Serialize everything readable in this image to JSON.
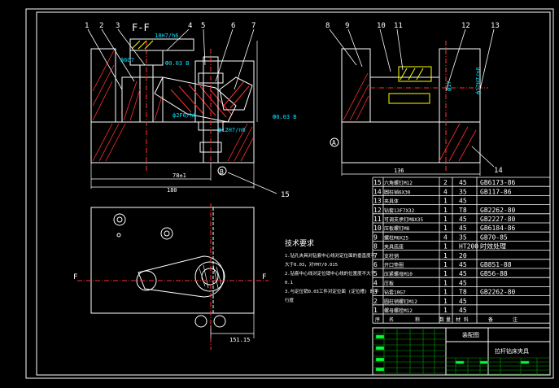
{
  "section_label": "F-F",
  "section_marker": "F",
  "leader_numbers_left": [
    "1",
    "2",
    "3",
    "4",
    "5",
    "6",
    "7"
  ],
  "leader_numbers_right": [
    "8",
    "9",
    "10",
    "11",
    "12",
    "13"
  ],
  "label_14": "14",
  "label_15": "15",
  "marker_A": "A",
  "marker_B": "B",
  "dims": {
    "d1": "18H7/h6",
    "d2": "ф6G7",
    "d3": "ф2F6/h6",
    "d4": "ф8r7",
    "d5": "ф17",
    "d6": "ф12H7/n6",
    "d7": "180",
    "d8": "136",
    "d9": "78±1",
    "d10": "151.15",
    "d11": "136",
    "d12": "Ф0.03 B"
  },
  "tech_req": {
    "title": "技术要求",
    "lines": [
      "1.钻孔夹具对钻套中心线对定位面的垂直度不",
      "大于0.03，对YM7/0.015",
      "2.钻套中心线对定位销中心线的位置度不大于",
      "0.1",
      "3.与定位销0.03工件对定位面 (定位槽) 的平",
      "行度"
    ]
  },
  "bom": {
    "rows": [
      {
        "no": "15",
        "name": "六角螺钉M12",
        "qty": "2",
        "mat": "45",
        "std": "GB6173-86"
      },
      {
        "no": "14",
        "name": "圆柱销6X30",
        "qty": "4",
        "mat": "35",
        "std": "GB117-86"
      },
      {
        "no": "13",
        "name": "夹具体",
        "qty": "1",
        "mat": "45",
        "std": ""
      },
      {
        "no": "12",
        "name": "钻套13F7X32",
        "qty": "1",
        "mat": "T8",
        "std": "GB2262-80"
      },
      {
        "no": "11",
        "name": "可调支承钉M8X35",
        "qty": "1",
        "mat": "45",
        "std": "GB2227-80"
      },
      {
        "no": "10",
        "name": "压板螺钉M8",
        "qty": "1",
        "mat": "45",
        "std": "GB6184-86"
      },
      {
        "no": "9",
        "name": "螺柱M8X25",
        "qty": "4",
        "mat": "35",
        "std": "GB70-85"
      },
      {
        "no": "8",
        "name": "夹具底座",
        "qty": "1",
        "mat": "HT200",
        "std": "时效处理"
      },
      {
        "no": "7",
        "name": "支柱销",
        "qty": "1",
        "mat": "20",
        "std": ""
      },
      {
        "no": "6",
        "name": "开口垫圈",
        "qty": "1",
        "mat": "45",
        "std": "GB851-88"
      },
      {
        "no": "5",
        "name": "压紧螺母M10",
        "qty": "1",
        "mat": "45",
        "std": "GB56-88"
      },
      {
        "no": "4",
        "name": "压板",
        "qty": "1",
        "mat": "45",
        "std": ""
      },
      {
        "no": "3",
        "name": "钻套10G7",
        "qty": "1",
        "mat": "T8",
        "std": "GB2262-80"
      },
      {
        "no": "2",
        "name": "圆柱销螺钉M12",
        "qty": "1",
        "mat": "45",
        "std": ""
      },
      {
        "no": "1",
        "name": "螺母螺栓M12",
        "qty": "1",
        "mat": "45",
        "std": ""
      }
    ],
    "header": [
      "序",
      "名",
      "称",
      "数",
      "量",
      "材",
      "料",
      "备",
      "注"
    ]
  },
  "title_block": {
    "drawing_type": "装配图",
    "drawing_name": "拉杆钻床夹具"
  },
  "colors": {
    "background": "#000000",
    "frame": "#ffffff",
    "geometry": "#ffffff",
    "section_hatch": "#ff3030",
    "dimension": "#00e0ff",
    "center_line": "#ff3030",
    "yellow": "#ffff00",
    "green": "#00ff40",
    "title_green": "#00a000"
  }
}
